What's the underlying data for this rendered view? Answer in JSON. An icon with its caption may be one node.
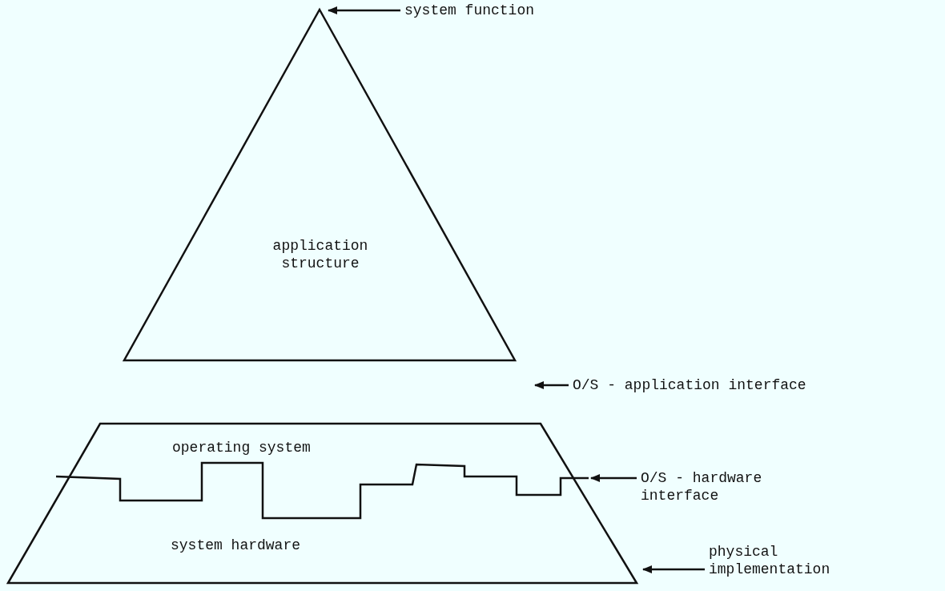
{
  "diagram": {
    "nodes": [
      {
        "text": [
          "application structure"
        ]
      },
      {
        "text": [
          "operating system",
          "system hardware"
        ]
      },
      {
        "text": [
          "system function"
        ]
      },
      {
        "text": [
          "O/S - application interface"
        ]
      },
      {
        "text": [
          "O/S - hardware interface"
        ]
      },
      {
        "text": [
          "physical implementation"
        ]
      }
    ],
    "edges": [
      {
        "from": 2,
        "to": 0,
        "arrow": "to"
      },
      {
        "from": 3,
        "to": null,
        "arrow": "to"
      },
      {
        "from": 4,
        "to": 1,
        "arrow": "to"
      },
      {
        "from": 5,
        "to": 1,
        "arrow": "to"
      }
    ]
  }
}
